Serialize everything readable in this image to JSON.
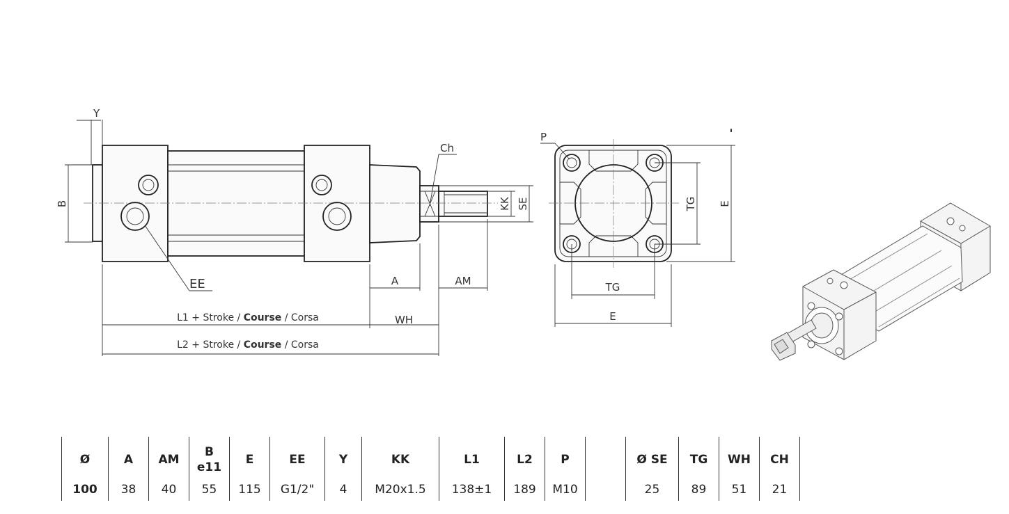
{
  "side_view": {
    "label_y": "Y",
    "label_b": "B",
    "label_ch": "Ch",
    "label_kk": "KK",
    "label_se": "SE",
    "label_ee": "EE",
    "label_a": "A",
    "label_am": "AM",
    "label_wh": "WH",
    "l1_prefix": "L1 + Stroke / ",
    "l1_course": "Course",
    "l1_suffix": " / Corsa",
    "l2_prefix": "L2 + Stroke / ",
    "l2_course": "Course",
    "l2_suffix": " / Corsa"
  },
  "end_view": {
    "label_p": "P",
    "label_tg_v": "TG",
    "label_e_v": "E",
    "label_tg_h": "TG",
    "label_e_h": "E"
  },
  "table": {
    "headers": [
      "Ø",
      "A",
      "AM",
      "B\ne11",
      "E",
      "EE",
      "Y",
      "KK",
      "L1",
      "L2",
      "P",
      "",
      "Ø SE",
      "TG",
      "WH",
      "CH"
    ],
    "header_b_line1": "B",
    "header_b_line2": "e11",
    "values": [
      "100",
      "38",
      "40",
      "55",
      "115",
      "G1/2\"",
      "4",
      "M20x1.5",
      "138±1",
      "189",
      "M10",
      "",
      "25",
      "89",
      "51",
      "21"
    ]
  },
  "colors": {
    "line": "#222222",
    "background": "#ffffff"
  }
}
